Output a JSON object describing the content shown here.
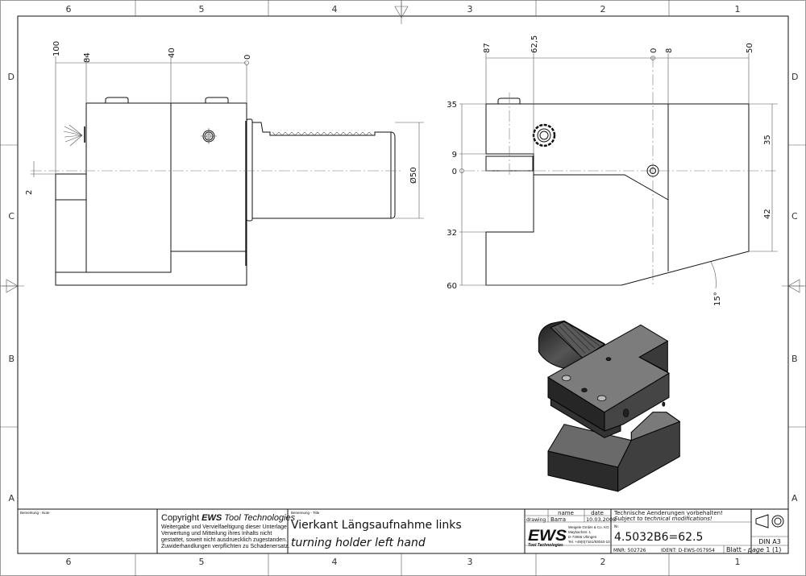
{
  "frame": {
    "columns": [
      "6",
      "5",
      "4",
      "3",
      "2",
      "1"
    ],
    "rows": [
      "D",
      "C",
      "B",
      "A"
    ]
  },
  "left_view": {
    "top_dims": [
      "100",
      "84",
      "40",
      "0"
    ],
    "offset_dim": "2",
    "diameter_dim": "Ø50"
  },
  "right_view": {
    "top_dims": [
      "87",
      "62,5",
      "0",
      "8",
      "50"
    ],
    "left_dims": [
      "35",
      "9",
      "0",
      "32",
      "60"
    ],
    "right_dims": [
      "35",
      "42"
    ],
    "angle_dim": "15°"
  },
  "title_block": {
    "remark_label": "Bemerkung - Note",
    "copyright": {
      "prefix": "Copyright ",
      "brand": "EWS",
      "suffix": " Tool Technologies",
      "lines": [
        "Weitergabe und Vervielfaeltigung dieser Unterlage,",
        "Verwertung und Mitteilung ihres Inhalts nicht",
        "gestattet, soweit nicht ausdruecklich zugestanden.",
        "Zuwiderhandlungen verpflichten zu Schadenersatz."
      ]
    },
    "title_label": "Benennung - Title",
    "title_de": "Vierkant Längsaufnahme links",
    "title_en": "turning holder left hand",
    "name_header": "name",
    "date_header": "date",
    "row_label": "drawing",
    "drawn_by": "Barra",
    "date": "10.03.2008",
    "logo": {
      "brand": "EWS",
      "sub": "Tool Technologies"
    },
    "address": [
      "Weigele GmbH & Co. KG",
      "Maybachstr. 1",
      "D-73066 Uhingen",
      "Tel. +49(0)7161/93040-10"
    ],
    "note_de": "Technische Aenderungen vorbehalten!",
    "note_en": "Subject to technical modifications!",
    "number_label": "Nr.",
    "number": "4.5032B6=62.5",
    "mnr": "MNR: 502726",
    "ident": "IDENT: D-EWS-057954",
    "sheet_label": "Blatt - ",
    "sheet_label_en": "page",
    "sheet_value": " 1 (1)",
    "format": "DIN A3",
    "projection_icon": "first-angle-projection-icon"
  }
}
